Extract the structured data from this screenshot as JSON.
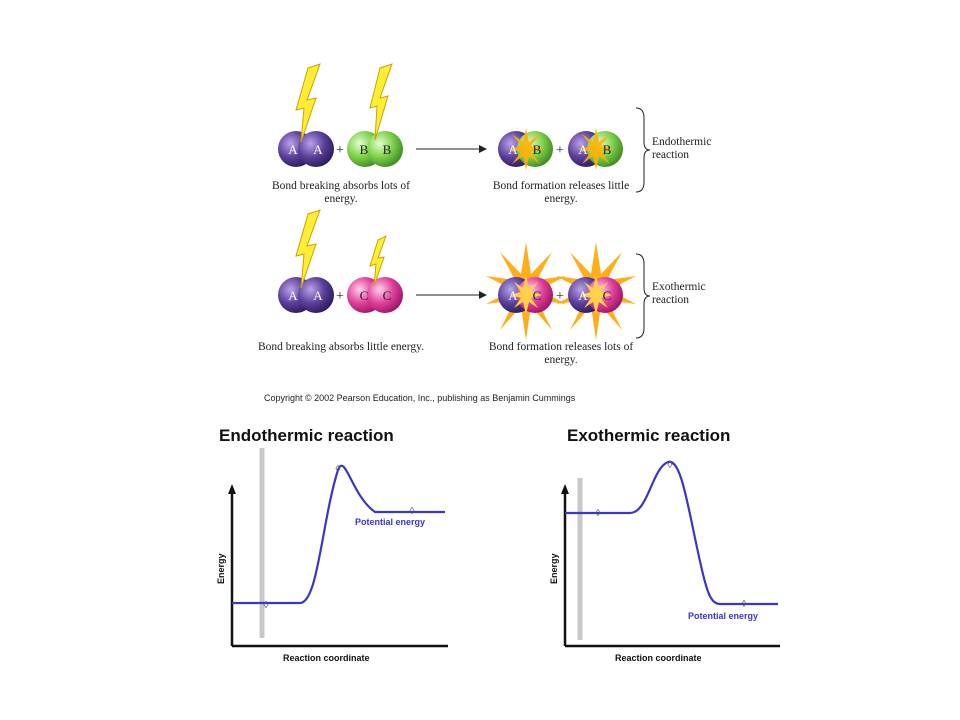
{
  "diagram": {
    "row1": {
      "atoms_left": [
        [
          "A",
          "A"
        ],
        [
          "B",
          "B"
        ]
      ],
      "atoms_right": [
        [
          "A",
          "B"
        ],
        [
          "A",
          "B"
        ]
      ],
      "plus": "+",
      "caption_left": "Bond breaking absorbs lots of energy.",
      "caption_right": "Bond formation releases little energy.",
      "bracket_label": "Endothermic reaction"
    },
    "row2": {
      "atoms_left": [
        [
          "A",
          "A"
        ],
        [
          "C",
          "C"
        ]
      ],
      "atoms_right": [
        [
          "A",
          "C"
        ],
        [
          "A",
          "C"
        ]
      ],
      "plus": "+",
      "caption_left": "Bond breaking absorbs little energy.",
      "caption_right": "Bond formation releases lots of energy.",
      "bracket_label": "Exothermic reaction"
    },
    "copyright": "Copyright © 2002 Pearson Education, Inc., publishing as Benjamin Cummings",
    "colors": {
      "atom_a": "#5b3f9a",
      "atom_b": "#7ccf4a",
      "atom_c": "#e0409a",
      "spark": "#ffb000",
      "curve": "#3a36c8"
    }
  },
  "graphs": {
    "endothermic": {
      "title": "Endothermic reaction",
      "xlabel": "Reaction coordinate",
      "ylabel": "Energy",
      "curve_label": "Potential energy"
    },
    "exothermic": {
      "title": "Exothermic reaction",
      "xlabel": "Reaction coordinate",
      "ylabel": "Energy",
      "curve_label": "Potential energy"
    }
  }
}
